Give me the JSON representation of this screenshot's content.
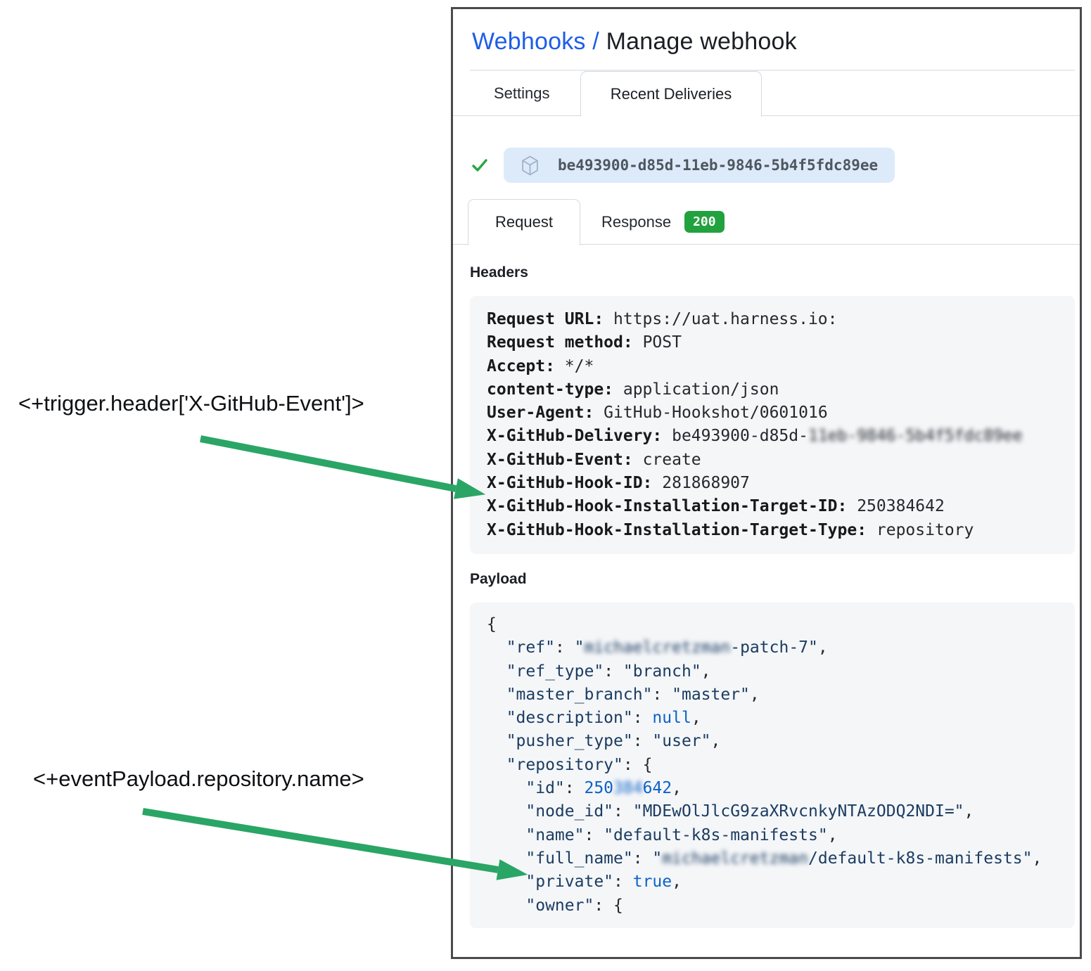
{
  "annotations": {
    "trigger_header_expression": "<+trigger.header['X-GitHub-Event']>",
    "event_payload_expression": "<+eventPayload.repository.name>"
  },
  "page": {
    "breadcrumb_link": "Webhooks",
    "breadcrumb_separator": " / ",
    "title": "Manage webhook"
  },
  "tabs": {
    "settings": "Settings",
    "recent_deliveries": "Recent Deliveries"
  },
  "delivery": {
    "status_icon": "check-icon",
    "item_icon": "package-icon",
    "guid": "be493900-d85d-11eb-9846-5b4f5fdc89ee"
  },
  "subtabs": {
    "request": "Request",
    "response": "Response",
    "response_code": "200"
  },
  "headers_section": {
    "heading": "Headers",
    "rows": [
      {
        "key": "Request URL",
        "value": "https://uat.harness.io:"
      },
      {
        "key": "Request method",
        "value": "POST"
      },
      {
        "key": "Accept",
        "value": "*/*"
      },
      {
        "key": "content-type",
        "value": "application/json"
      },
      {
        "key": "User-Agent",
        "value": "GitHub-Hookshot/0601016"
      },
      {
        "key": "X-GitHub-Delivery",
        "value": "be493900-d85d-",
        "blurred": "11eb-9846-5b4f5fdc89ee"
      },
      {
        "key": "X-GitHub-Event",
        "value": "create"
      },
      {
        "key": "X-GitHub-Hook-ID",
        "value": "281868907"
      },
      {
        "key": "X-GitHub-Hook-Installation-Target-ID",
        "value": "250384642"
      },
      {
        "key": "X-GitHub-Hook-Installation-Target-Type",
        "value": "repository"
      }
    ]
  },
  "payload_section": {
    "heading": "Payload",
    "lines": [
      {
        "indent": 0,
        "tokens": [
          {
            "t": "{",
            "c": "pun"
          }
        ]
      },
      {
        "indent": 1,
        "tokens": [
          {
            "t": "\"ref\"",
            "c": "str"
          },
          {
            "t": ": ",
            "c": "pun"
          },
          {
            "t": "\"",
            "c": "str"
          },
          {
            "t": "michaelcretzman",
            "c": "str",
            "blur": true
          },
          {
            "t": "-patch-7\"",
            "c": "str"
          },
          {
            "t": ",",
            "c": "pun"
          }
        ]
      },
      {
        "indent": 1,
        "tokens": [
          {
            "t": "\"ref_type\"",
            "c": "str"
          },
          {
            "t": ": ",
            "c": "pun"
          },
          {
            "t": "\"branch\"",
            "c": "str"
          },
          {
            "t": ",",
            "c": "pun"
          }
        ]
      },
      {
        "indent": 1,
        "tokens": [
          {
            "t": "\"master_branch\"",
            "c": "str"
          },
          {
            "t": ": ",
            "c": "pun"
          },
          {
            "t": "\"master\"",
            "c": "str"
          },
          {
            "t": ",",
            "c": "pun"
          }
        ]
      },
      {
        "indent": 1,
        "tokens": [
          {
            "t": "\"description\"",
            "c": "str"
          },
          {
            "t": ": ",
            "c": "pun"
          },
          {
            "t": "null",
            "c": "const"
          },
          {
            "t": ",",
            "c": "pun"
          }
        ]
      },
      {
        "indent": 1,
        "tokens": [
          {
            "t": "\"pusher_type\"",
            "c": "str"
          },
          {
            "t": ": ",
            "c": "pun"
          },
          {
            "t": "\"user\"",
            "c": "str"
          },
          {
            "t": ",",
            "c": "pun"
          }
        ]
      },
      {
        "indent": 1,
        "tokens": [
          {
            "t": "\"repository\"",
            "c": "str"
          },
          {
            "t": ": ",
            "c": "pun"
          },
          {
            "t": "{",
            "c": "pun"
          }
        ]
      },
      {
        "indent": 2,
        "tokens": [
          {
            "t": "\"id\"",
            "c": "str"
          },
          {
            "t": ": ",
            "c": "pun"
          },
          {
            "t": "250",
            "c": "const"
          },
          {
            "t": "384",
            "c": "const",
            "blur": true
          },
          {
            "t": "642",
            "c": "const"
          },
          {
            "t": ",",
            "c": "pun"
          }
        ]
      },
      {
        "indent": 2,
        "tokens": [
          {
            "t": "\"node_id\"",
            "c": "str"
          },
          {
            "t": ": ",
            "c": "pun"
          },
          {
            "t": "\"MDEwOlJlcG9zaXRvcnkyNTAzODQ2NDI=\"",
            "c": "str"
          },
          {
            "t": ",",
            "c": "pun"
          }
        ]
      },
      {
        "indent": 2,
        "tokens": [
          {
            "t": "\"name\"",
            "c": "str"
          },
          {
            "t": ": ",
            "c": "pun"
          },
          {
            "t": "\"default-k8s-manifests\"",
            "c": "str"
          },
          {
            "t": ",",
            "c": "pun"
          }
        ]
      },
      {
        "indent": 2,
        "tokens": [
          {
            "t": "\"full_name\"",
            "c": "str"
          },
          {
            "t": ": ",
            "c": "pun"
          },
          {
            "t": "\"",
            "c": "str"
          },
          {
            "t": "michaelcretzman",
            "c": "str",
            "blur": true
          },
          {
            "t": "/default-k8s-manifests\"",
            "c": "str"
          },
          {
            "t": ",",
            "c": "pun"
          }
        ]
      },
      {
        "indent": 2,
        "tokens": [
          {
            "t": "\"private\"",
            "c": "str"
          },
          {
            "t": ": ",
            "c": "pun"
          },
          {
            "t": "true",
            "c": "const"
          },
          {
            "t": ",",
            "c": "pun"
          }
        ]
      },
      {
        "indent": 2,
        "tokens": [
          {
            "t": "\"owner\"",
            "c": "str"
          },
          {
            "t": ": ",
            "c": "pun"
          },
          {
            "t": "{",
            "c": "pun"
          }
        ]
      }
    ]
  },
  "colors": {
    "link": "#1e5de6",
    "check": "#28a745",
    "badge": "#22a13f",
    "arrow": "#2aa566",
    "pill_bg": "#ddeafa",
    "code_bg": "#f4f6f8",
    "json_string": "#1c3c61",
    "json_constant": "#0d62c9"
  }
}
